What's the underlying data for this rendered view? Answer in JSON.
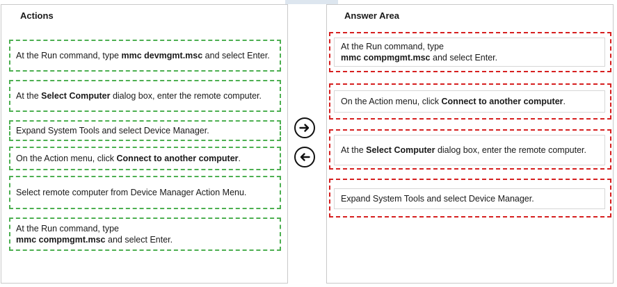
{
  "actions": {
    "title": "Actions",
    "items": [
      {
        "pre": "At the Run command, type ",
        "bold": "mmc devmgmt.msc",
        "post": " and select Enter."
      },
      {
        "pre": "At the ",
        "bold": "Select Computer",
        "post": " dialog box, enter the remote computer."
      },
      {
        "pre": "Expand System Tools and select Device Manager.",
        "bold": "",
        "post": ""
      },
      {
        "pre": "On the Action menu, click ",
        "bold": "Connect to another computer",
        "post": "."
      },
      {
        "pre": "Select remote computer from Device Manager Action Menu.",
        "bold": "",
        "post": ""
      },
      {
        "pre": "At the Run command, type",
        "bold": "mmc compmgmt.msc",
        "post": " and select Enter."
      }
    ]
  },
  "answer_area": {
    "title": "Answer Area",
    "items": [
      {
        "pre": "At the Run command, type",
        "bold": "mmc compmgmt.msc",
        "post": " and select Enter."
      },
      {
        "pre": "On the Action menu, click ",
        "bold": "Connect to another computer",
        "post": "."
      },
      {
        "pre": "At the ",
        "bold": "Select Computer",
        "post": " dialog box, enter the remote computer."
      },
      {
        "pre": "Expand System Tools and select Device Manager.",
        "bold": "",
        "post": ""
      }
    ]
  },
  "controls": {
    "move_right_icon": "arrow-right-circle-icon",
    "move_left_icon": "arrow-left-circle-icon"
  },
  "colors": {
    "actions_border": "#4caf50",
    "answer_border": "#d61f1f"
  }
}
